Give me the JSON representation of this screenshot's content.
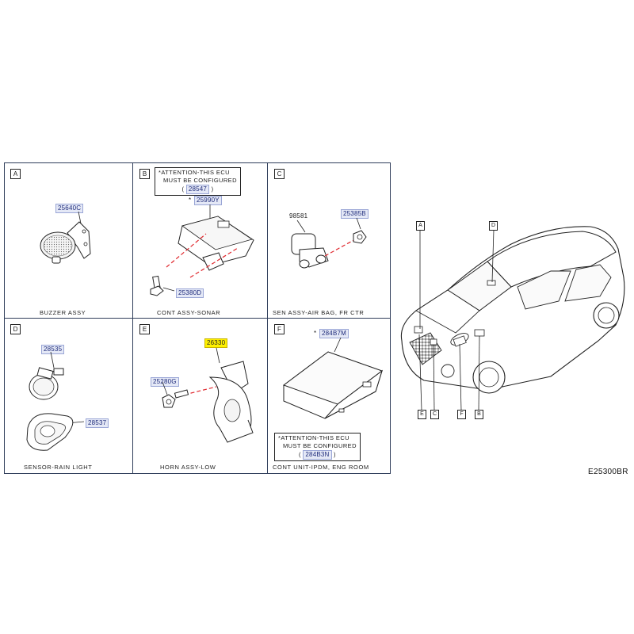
{
  "panels": {
    "A": {
      "letter": "A",
      "parts": [
        "25640C"
      ],
      "caption": "BUZZER   ASSY"
    },
    "B": {
      "letter": "B",
      "parts": [
        "25990Y",
        "25380D"
      ],
      "caption": "CONT   ASSY-SONAR",
      "attention": {
        "line1": "*ATTENTION-THIS   ECU",
        "line2": "MUST   BE   CONFIGURED",
        "open": "(",
        "ref": "28547",
        "close": ")"
      }
    },
    "C": {
      "letter": "C",
      "parts": [
        "98581",
        "25385B"
      ],
      "caption": "SEN   ASSY-AIR   BAG,   FR   CTR"
    },
    "D": {
      "letter": "D",
      "parts": [
        "28535",
        "28537"
      ],
      "caption": "SENSOR-RAIN   LIGHT"
    },
    "E": {
      "letter": "E",
      "parts": [
        "26330",
        "25280G"
      ],
      "caption": "HORN   ASSY-LOW"
    },
    "F": {
      "letter": "F",
      "parts": [
        "284B7M"
      ],
      "caption": "CONT   UNIT-IPDM,   ENG   ROOM",
      "attention": {
        "line1": "*ATTENTION-THIS   ECU",
        "line2": "MUST   BE   CONFIGURED",
        "open": "(",
        "ref": "284B3N",
        "close": ")"
      }
    }
  },
  "star_marker": "*",
  "car_callouts": {
    "top": [
      "A",
      "D"
    ],
    "bottom": [
      "E",
      "C",
      "F",
      "B"
    ]
  },
  "drawing_code": "E25300BR",
  "colors": {
    "highlight": "#fff100",
    "partnum_bg": "#e4e8f6",
    "partnum_text": "#1e2b7a",
    "leader_red": "#e0282e",
    "frame": "#2f3d5a"
  }
}
